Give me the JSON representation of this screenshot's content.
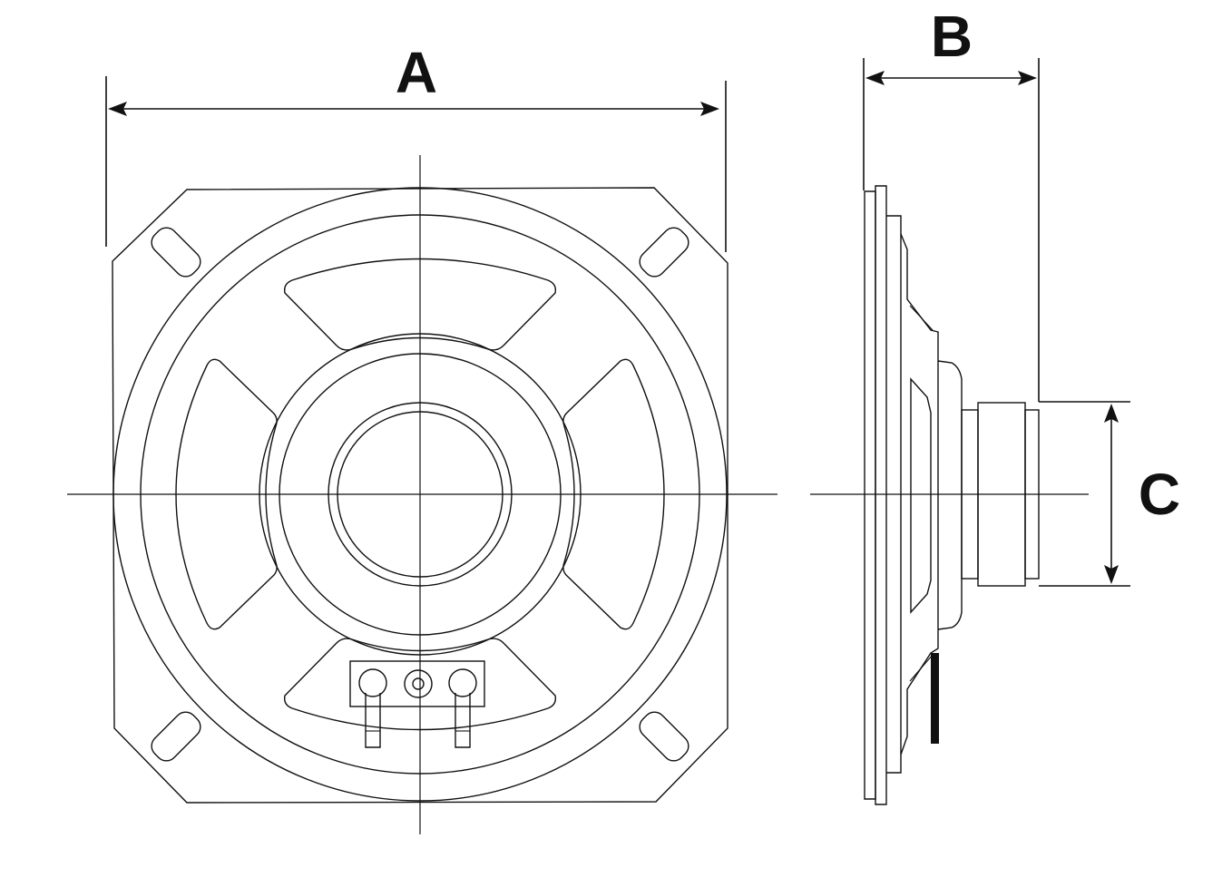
{
  "dimension_labels": {
    "a": "A",
    "b": "B",
    "c": "C"
  },
  "colors": {
    "stroke": "#111111",
    "background": "#ffffff"
  }
}
